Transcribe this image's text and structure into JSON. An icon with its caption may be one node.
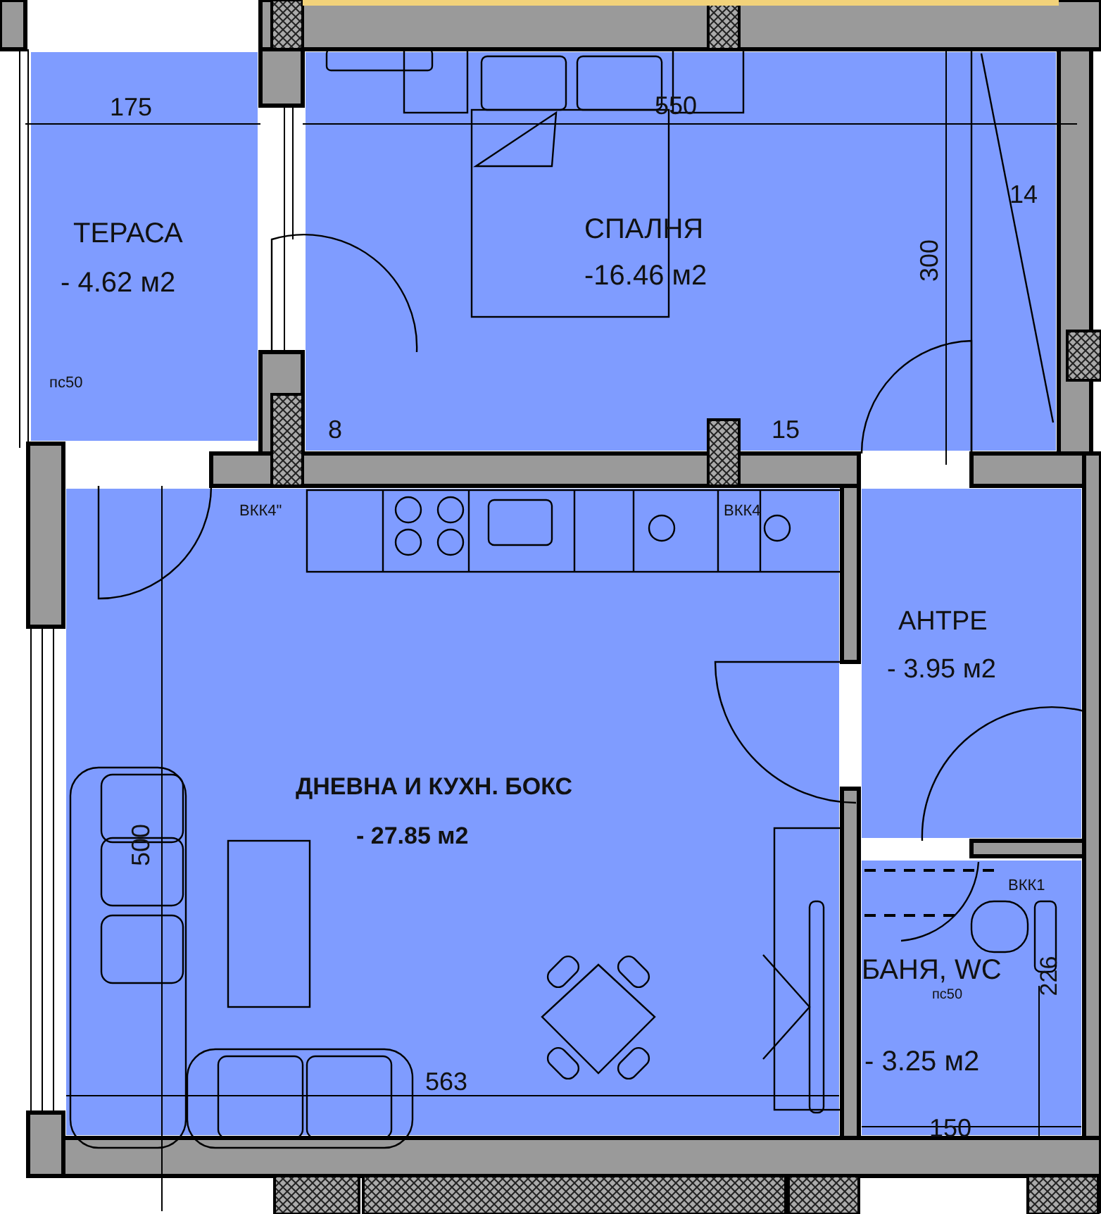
{
  "diagram": {
    "nodes": [
      {
        "text": [
          "ТЕРАСА",
          "- 4.62 м2"
        ]
      },
      {
        "text": [
          "СПАЛНЯ",
          "-16.46 м2"
        ]
      },
      {
        "text": [
          "ДНЕВНА И КУХН. БОКС",
          "- 27.85 м2"
        ]
      },
      {
        "text": [
          "АНТРЕ",
          "- 3.95 м2"
        ]
      },
      {
        "text": [
          "БАНЯ, WC",
          "- 3.25 м2"
        ]
      }
    ],
    "labels": [
      "175",
      "550",
      "14",
      "300",
      "8",
      "15",
      "пс50",
      "ВКК4\"",
      "ВКК4",
      "500",
      "563",
      "ВКК1",
      "пс50",
      "226",
      "150"
    ]
  }
}
